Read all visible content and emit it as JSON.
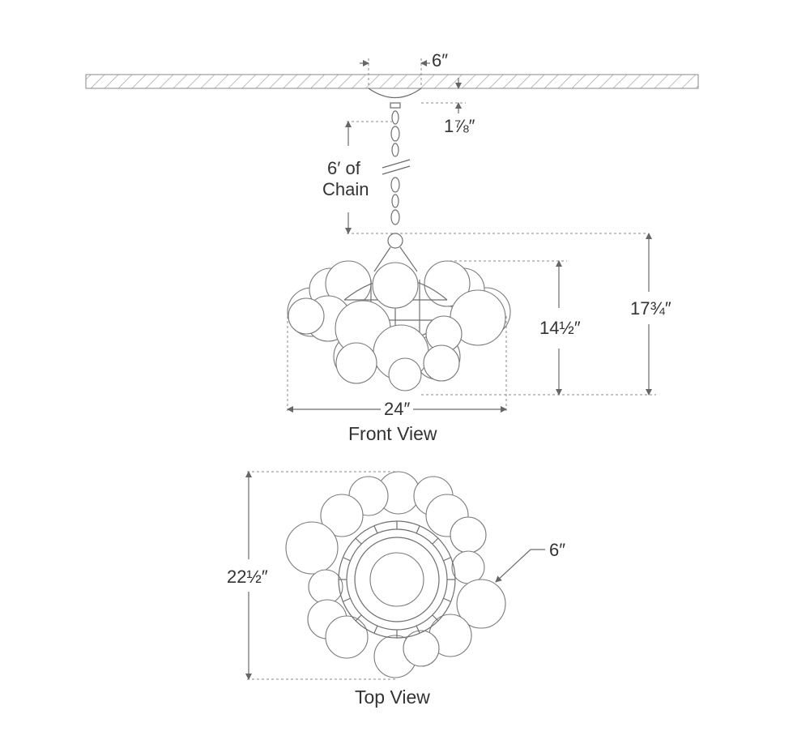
{
  "dimensions": {
    "canopy_width": "6″",
    "canopy_height": "1⅞″",
    "chain_length": [
      "6′ of",
      "Chain"
    ],
    "body_height": "14½″",
    "overall_height": "17¾″",
    "front_width": "24″",
    "top_diameter": "22½″",
    "center_ring": "6″"
  },
  "views": {
    "front": "Front View",
    "top": "Top View"
  },
  "colors": {
    "line": "#6b6b6b",
    "text": "#333333"
  }
}
